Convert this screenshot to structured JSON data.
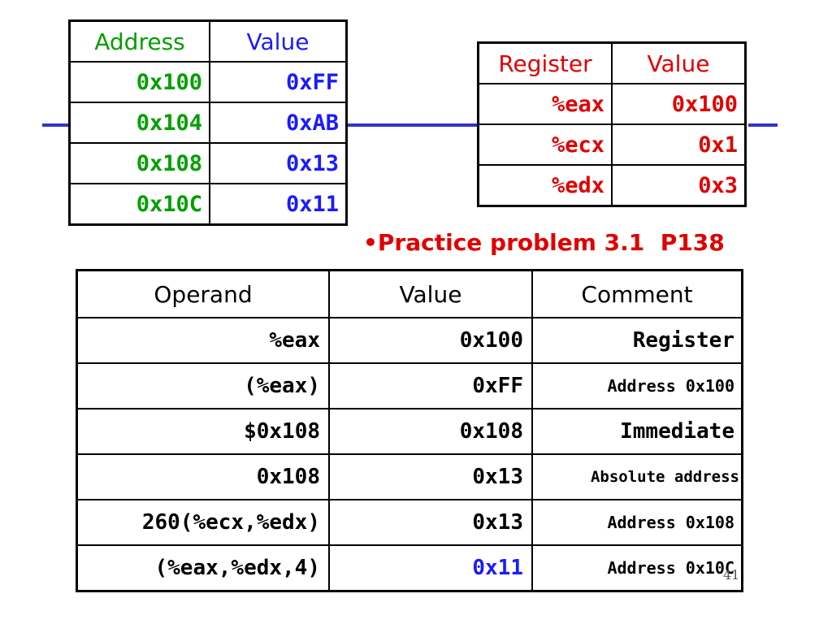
{
  "colors": {
    "green": "#00a000",
    "blue": "#1a1aff",
    "red": "#e00000",
    "black": "#000000",
    "line": "#3333cc"
  },
  "memory_table": {
    "headers": [
      "Address",
      "Value"
    ],
    "rows": [
      {
        "address": "0x100",
        "value": "0xFF"
      },
      {
        "address": "0x104",
        "value": "0xAB"
      },
      {
        "address": "0x108",
        "value": "0x13"
      },
      {
        "address": "0x10C",
        "value": "0x11"
      }
    ]
  },
  "register_table": {
    "headers": [
      "Register",
      "Value"
    ],
    "rows": [
      {
        "register": "%eax",
        "value": "0x100"
      },
      {
        "register": "%ecx",
        "value": "0x1"
      },
      {
        "register": "%edx",
        "value": "0x3"
      }
    ]
  },
  "practice_note": "•Practice problem 3.1  P138",
  "operand_table": {
    "headers": [
      "Operand",
      "Value",
      "Comment"
    ],
    "rows": [
      {
        "operand": "%eax",
        "value": "0x100",
        "comment": "Register"
      },
      {
        "operand": "(%eax)",
        "value": "0xFF",
        "comment": "Address 0x100"
      },
      {
        "operand": "$0x108",
        "value": "0x108",
        "comment": "Immediate"
      },
      {
        "operand": "0x108",
        "value": "0x13",
        "comment": "Absolute address"
      },
      {
        "operand": "260(%ecx,%edx)",
        "value": "0x13",
        "comment": "Address 0x108"
      },
      {
        "operand": "(%eax,%edx,4)",
        "value": "0x11",
        "comment": "Address 0x10C"
      }
    ]
  },
  "page_number": "41"
}
